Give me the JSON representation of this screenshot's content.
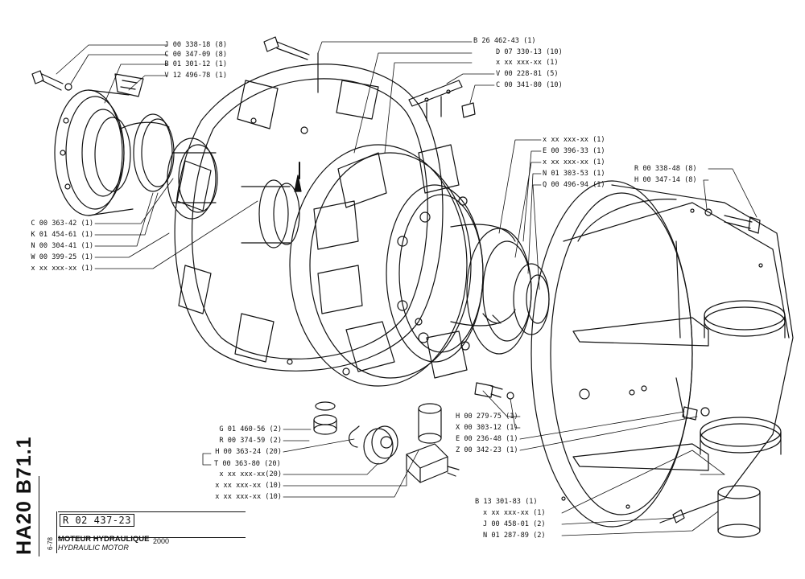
{
  "title_block": {
    "doc_number": "R 02 437-23",
    "title_fr": "MOTEUR HYDRAULIQUE",
    "title_en": "HYDRAULIC MOTOR",
    "year": "2000",
    "model_code": "HA20 B71.1",
    "date": "6-78"
  },
  "parts": {
    "j00338_18": "J 00 338-18 (8)",
    "c00347_09": "C 00 347-09 (8)",
    "b01301_12": "B 01 301-12 (1)",
    "v12496_78": "V 12 496-78 (1)",
    "b26462_43": "B 26 462-43 (1)",
    "d07330_13": "D 07 330-13 (10)",
    "xx_1a": "x xx xxx-xx (1)",
    "v00228_81": "V 00 228-81 (5)",
    "c00341_80": "C 00 341-80 (10)",
    "xx_1b": "x xx xxx-xx (1)",
    "e00396_33": "E 00 396-33 (1)",
    "xx_1c": "x xx xxx-xx (1)",
    "n01303_53": "N 01 303-53 (1)",
    "q00496_94": "Q 00 496-94 (1)",
    "r00338_48": "R 00 338-48 (8)",
    "h00347_14": "H 00 347-14 (8)",
    "c00363_42": "C 00 363-42 (1)",
    "k01454_61": "K 01 454-61 (1)",
    "n00304_41": "N 00 304-41 (1)",
    "w00399_25": "W 00 399-25 (1)",
    "xx_1d": "x xx xxx-xx (1)",
    "g01460_56": "G 01 460-56 (2)",
    "r00374_59": "R 00 374-59 (2)",
    "h00363_24": "H 00 363-24 (20)",
    "t00363_80": "T 00 363-80 (20)",
    "xx_20": "x xx xxx-xx(20)",
    "xx_10a": "x xx xxx-xx (10)",
    "xx_10b": "x xx xxx-xx (10)",
    "h00279_75": "H 00 279-75 (1)",
    "x00303_12": "X 00 303-12 (1)",
    "e00236_48": "E 00 236-48 (1)",
    "z00342_23": "Z 00 342-23 (1)",
    "b13301_83": "B 13 301-83 (1)",
    "xx_1e": "x xx xxx-xx (1)",
    "j00458_01": "J 00 458-01 (2)",
    "n01287_89": "N 01 287-89 (2)"
  }
}
